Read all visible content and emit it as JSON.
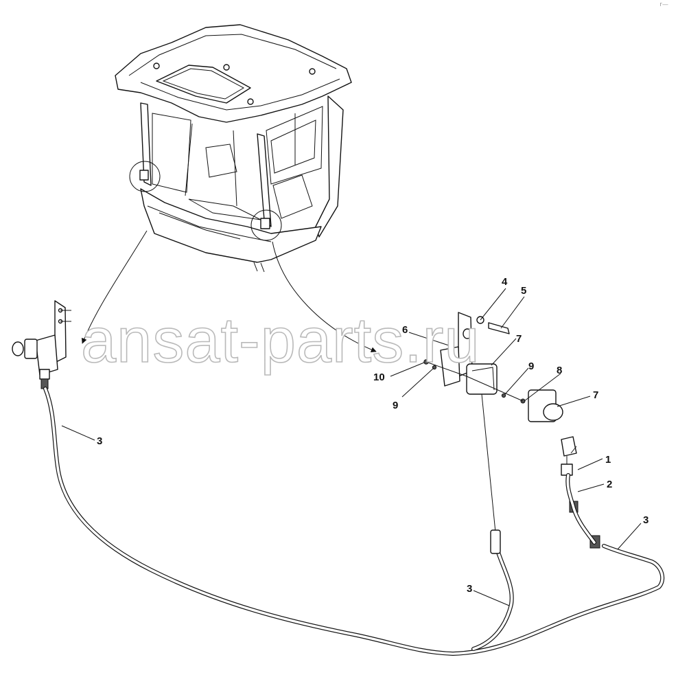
{
  "watermark": "ansat-parts.ru",
  "corner_mark": "r—",
  "callouts": {
    "c1": "1",
    "c2": "2",
    "c3a": "3",
    "c3b": "3",
    "c3c": "3",
    "c4": "4",
    "c5": "5",
    "c6": "6",
    "c7a": "7",
    "c7b": "7",
    "c8": "8",
    "c9a": "9",
    "c9b": "9",
    "c10": "10"
  }
}
